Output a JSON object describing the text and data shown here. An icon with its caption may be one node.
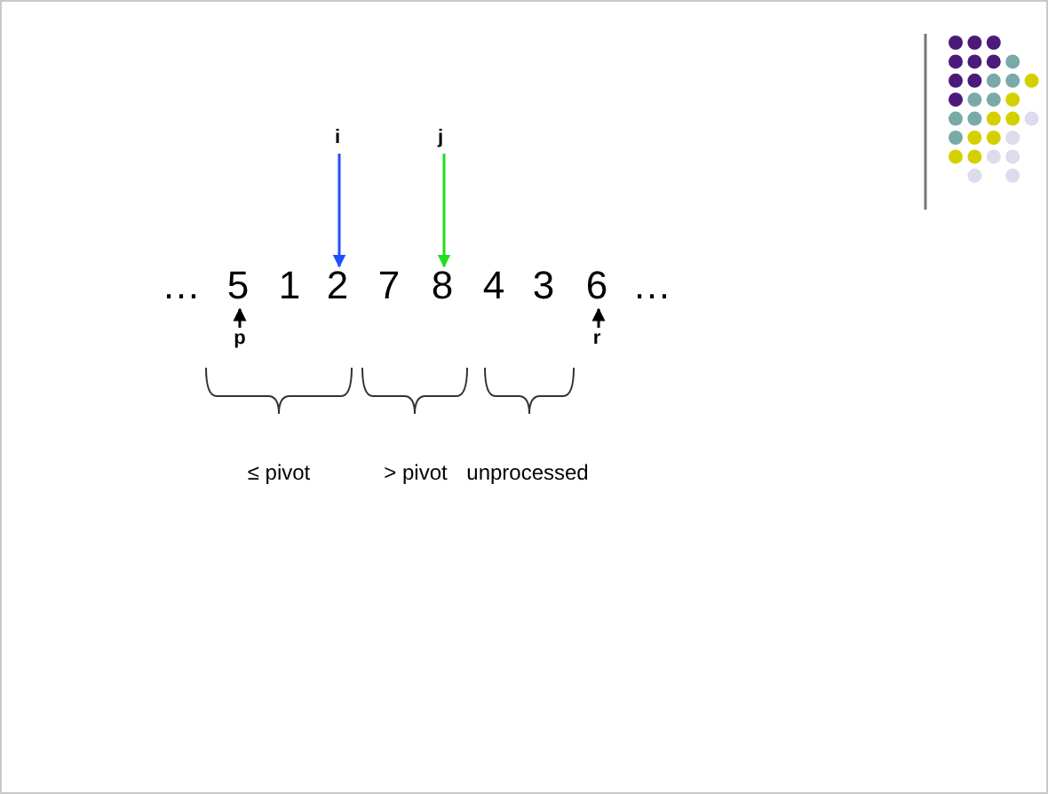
{
  "diagram": {
    "nodes": [
      {
        "text": [
          "i"
        ]
      },
      {
        "text": [
          "j"
        ]
      },
      {
        "text": [
          "5"
        ]
      },
      {
        "text": [
          "2"
        ]
      },
      {
        "text": [
          "8"
        ]
      },
      {
        "text": [
          "6"
        ]
      },
      {
        "text": [
          "p"
        ]
      },
      {
        "text": [
          "r"
        ]
      }
    ],
    "edges": [
      {
        "from": 0,
        "to": 3,
        "arrow": "to",
        "color": "#1f4fff"
      },
      {
        "from": 1,
        "to": 4,
        "arrow": "to",
        "color": "#22dd22"
      },
      {
        "from": 6,
        "to": 2,
        "arrow": "to"
      },
      {
        "from": 7,
        "to": 5,
        "arrow": "to"
      }
    ],
    "labels": [
      "…",
      "1",
      "7",
      "4",
      "3",
      "…",
      "≤ pivot",
      "> pivot",
      "unprocessed"
    ]
  }
}
